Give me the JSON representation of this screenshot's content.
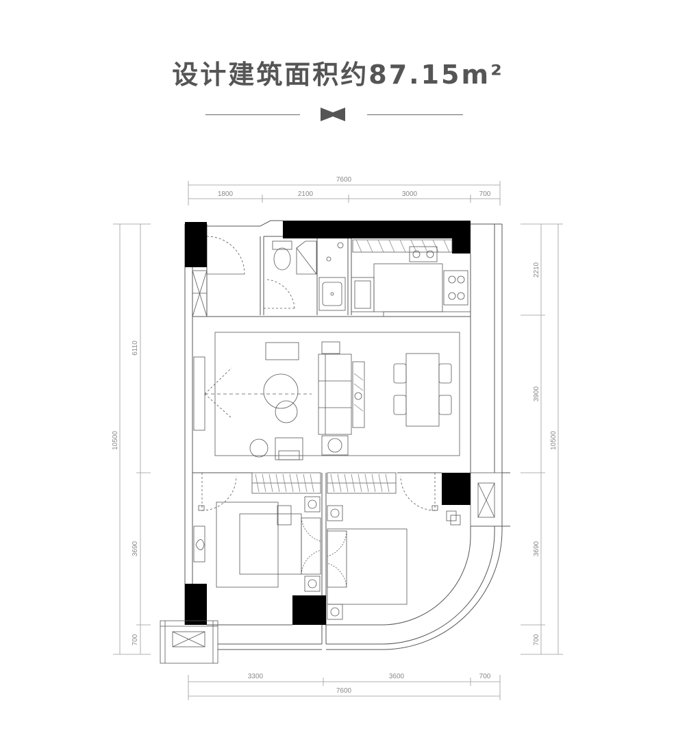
{
  "title": {
    "text": "设计建筑面积约87.15",
    "unit": "m²"
  },
  "dimensions": {
    "top_total": "7600",
    "top_segments": [
      "1800",
      "2100",
      "3000",
      "700"
    ],
    "bottom_segments": [
      "3300",
      "3600",
      "700"
    ],
    "bottom_total": "7600",
    "left_total": "10500",
    "left_segments": [
      "6110",
      "3690",
      "700"
    ],
    "right_total": "10500",
    "right_segments": [
      "2210",
      "3900",
      "3690",
      "700"
    ]
  },
  "colors": {
    "title": "#555555",
    "wall": "#000000",
    "line": "#555555",
    "dimension": "#888888"
  }
}
